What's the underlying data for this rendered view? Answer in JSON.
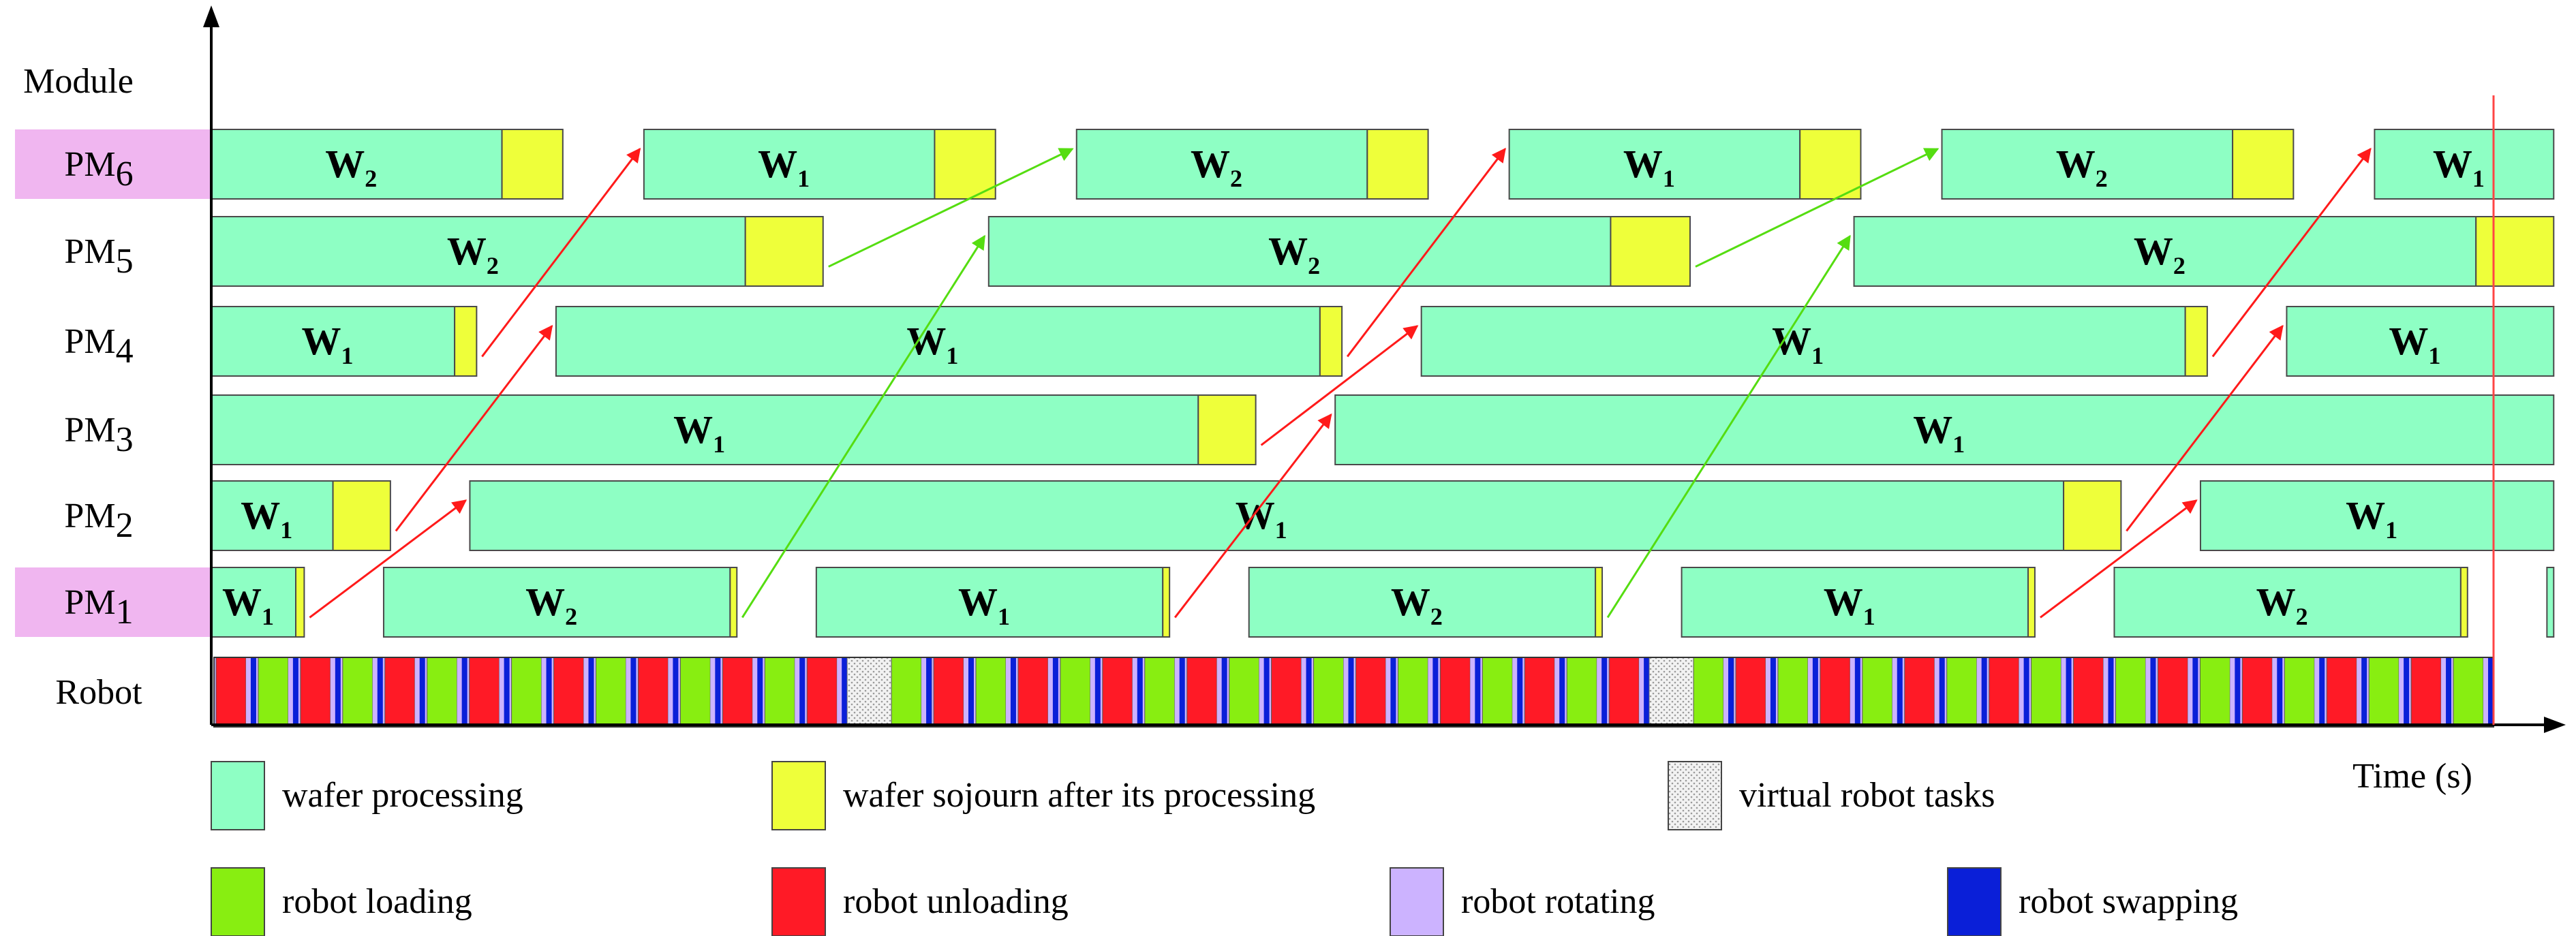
{
  "chart_data": {
    "type": "gantt",
    "y_axis_label": "Module",
    "x_axis_label": "Time (s)",
    "xlim": [
      0,
      1386
    ],
    "rows": [
      {
        "id": "PM6",
        "label": "PM",
        "sub": "6",
        "highlight": true
      },
      {
        "id": "PM5",
        "label": "PM",
        "sub": "5",
        "highlight": false
      },
      {
        "id": "PM4",
        "label": "PM",
        "sub": "4",
        "highlight": false
      },
      {
        "id": "PM3",
        "label": "PM",
        "sub": "3",
        "highlight": false
      },
      {
        "id": "PM2",
        "label": "PM",
        "sub": "2",
        "highlight": false
      },
      {
        "id": "PM1",
        "label": "PM",
        "sub": "1",
        "highlight": true
      },
      {
        "id": "Robot",
        "label": "Robot",
        "sub": "",
        "highlight": false
      }
    ],
    "bars": [
      {
        "row": "PM6",
        "kind": "processing",
        "start": 0,
        "end": 172,
        "label": "W",
        "sub": "2"
      },
      {
        "row": "PM6",
        "kind": "sojourn",
        "start": 172,
        "end": 208
      },
      {
        "row": "PM6",
        "kind": "processing",
        "start": 256,
        "end": 428,
        "label": "W",
        "sub": "1"
      },
      {
        "row": "PM6",
        "kind": "sojourn",
        "start": 428,
        "end": 464
      },
      {
        "row": "PM6",
        "kind": "processing",
        "start": 512,
        "end": 684,
        "label": "W",
        "sub": "2"
      },
      {
        "row": "PM6",
        "kind": "sojourn",
        "start": 684,
        "end": 720
      },
      {
        "row": "PM6",
        "kind": "processing",
        "start": 768,
        "end": 940,
        "label": "W",
        "sub": "1"
      },
      {
        "row": "PM6",
        "kind": "sojourn",
        "start": 940,
        "end": 976
      },
      {
        "row": "PM6",
        "kind": "processing",
        "start": 1024,
        "end": 1196,
        "label": "W",
        "sub": "2"
      },
      {
        "row": "PM6",
        "kind": "sojourn",
        "start": 1196,
        "end": 1232
      },
      {
        "row": "PM6",
        "kind": "processing",
        "start": 1280,
        "end": 1386,
        "label": "W",
        "sub": "1"
      },
      {
        "row": "PM5",
        "kind": "processing",
        "start": 0,
        "end": 316,
        "label": "W",
        "sub": "2"
      },
      {
        "row": "PM5",
        "kind": "sojourn",
        "start": 316,
        "end": 362
      },
      {
        "row": "PM5",
        "kind": "processing",
        "start": 460,
        "end": 828,
        "label": "W",
        "sub": "2"
      },
      {
        "row": "PM5",
        "kind": "sojourn",
        "start": 828,
        "end": 875
      },
      {
        "row": "PM5",
        "kind": "processing",
        "start": 972,
        "end": 1340,
        "label": "W",
        "sub": "2"
      },
      {
        "row": "PM5",
        "kind": "sojourn",
        "start": 1340,
        "end": 1386
      },
      {
        "row": "PM4",
        "kind": "processing",
        "start": 0,
        "end": 144,
        "label": "W",
        "sub": "1"
      },
      {
        "row": "PM4",
        "kind": "sojourn",
        "start": 144,
        "end": 157
      },
      {
        "row": "PM4",
        "kind": "processing",
        "start": 204,
        "end": 656,
        "label": "W",
        "sub": "1"
      },
      {
        "row": "PM4",
        "kind": "sojourn",
        "start": 656,
        "end": 669
      },
      {
        "row": "PM4",
        "kind": "processing",
        "start": 716,
        "end": 1168,
        "label": "W",
        "sub": "1"
      },
      {
        "row": "PM4",
        "kind": "sojourn",
        "start": 1168,
        "end": 1181
      },
      {
        "row": "PM4",
        "kind": "processing",
        "start": 1228,
        "end": 1386,
        "label": "W",
        "sub": "1"
      },
      {
        "row": "PM3",
        "kind": "processing",
        "start": 0,
        "end": 584,
        "label": "W",
        "sub": "1"
      },
      {
        "row": "PM3",
        "kind": "sojourn",
        "start": 584,
        "end": 618
      },
      {
        "row": "PM3",
        "kind": "processing",
        "start": 665,
        "end": 1386,
        "label": "W",
        "sub": "1"
      },
      {
        "row": "PM2",
        "kind": "processing",
        "start": 0,
        "end": 72,
        "label": "W",
        "sub": "1"
      },
      {
        "row": "PM2",
        "kind": "sojourn",
        "start": 72,
        "end": 106
      },
      {
        "row": "PM2",
        "kind": "processing",
        "start": 153,
        "end": 1096,
        "label": "W",
        "sub": "1"
      },
      {
        "row": "PM2",
        "kind": "sojourn",
        "start": 1096,
        "end": 1130
      },
      {
        "row": "PM2",
        "kind": "processing",
        "start": 1177,
        "end": 1386,
        "label": "W",
        "sub": "1"
      },
      {
        "row": "PM1",
        "kind": "processing",
        "start": 0,
        "end": 50,
        "label": "W",
        "sub": "1"
      },
      {
        "row": "PM1",
        "kind": "sojourn",
        "start": 50,
        "end": 55
      },
      {
        "row": "PM1",
        "kind": "processing",
        "start": 102,
        "end": 307,
        "label": "W",
        "sub": "2"
      },
      {
        "row": "PM1",
        "kind": "sojourn",
        "start": 307,
        "end": 311
      },
      {
        "row": "PM1",
        "kind": "processing",
        "start": 358,
        "end": 563,
        "label": "W",
        "sub": "1"
      },
      {
        "row": "PM1",
        "kind": "sojourn",
        "start": 563,
        "end": 567
      },
      {
        "row": "PM1",
        "kind": "processing",
        "start": 614,
        "end": 819,
        "label": "W",
        "sub": "2"
      },
      {
        "row": "PM1",
        "kind": "sojourn",
        "start": 819,
        "end": 823
      },
      {
        "row": "PM1",
        "kind": "processing",
        "start": 870,
        "end": 1075,
        "label": "W",
        "sub": "1"
      },
      {
        "row": "PM1",
        "kind": "sojourn",
        "start": 1075,
        "end": 1079
      },
      {
        "row": "PM1",
        "kind": "processing",
        "start": 1126,
        "end": 1331,
        "label": "W",
        "sub": "2"
      },
      {
        "row": "PM1",
        "kind": "sojourn",
        "start": 1331,
        "end": 1335
      },
      {
        "row": "PM1",
        "kind": "processing",
        "start": 1382,
        "end": 1386
      }
    ],
    "robot_tasks": [
      "unloading",
      "loading",
      "unloading",
      "loading",
      "unloading",
      "loading",
      "unloading",
      "loading",
      "unloading",
      "loading",
      "unloading",
      "loading",
      "unloading",
      "loading",
      "unloading",
      "virtual",
      "loading",
      "unloading",
      "loading",
      "unloading",
      "loading",
      "unloading",
      "loading",
      "unloading",
      "loading",
      "unloading",
      "loading",
      "unloading",
      "loading",
      "unloading",
      "loading",
      "unloading",
      "loading",
      "unloading",
      "virtual",
      "loading",
      "unloading",
      "loading",
      "unloading",
      "loading",
      "unloading",
      "loading",
      "unloading",
      "loading",
      "unloading",
      "loading",
      "unloading",
      "loading",
      "unloading",
      "loading",
      "unloading",
      "loading",
      "unloading",
      "loading"
    ],
    "arrows": [
      {
        "color": "red",
        "from_row": "PM1",
        "from_t": 55,
        "to_row": "PM2",
        "to_t": 153
      },
      {
        "color": "red",
        "from_row": "PM2",
        "from_t": 106,
        "to_row": "PM4",
        "to_t": 204
      },
      {
        "color": "red",
        "from_row": "PM4",
        "from_t": 157,
        "to_row": "PM6",
        "to_t": 256
      },
      {
        "color": "green",
        "from_row": "PM1",
        "from_t": 311,
        "to_row": "PM5",
        "to_t": 460
      },
      {
        "color": "green",
        "from_row": "PM5",
        "from_t": 362,
        "to_row": "PM6",
        "to_t": 512
      },
      {
        "color": "red",
        "from_row": "PM1",
        "from_t": 567,
        "to_row": "PM3",
        "to_t": 665
      },
      {
        "color": "red",
        "from_row": "PM3",
        "from_t": 618,
        "to_row": "PM4",
        "to_t": 716
      },
      {
        "color": "red",
        "from_row": "PM4",
        "from_t": 669,
        "to_row": "PM6",
        "to_t": 768
      },
      {
        "color": "green",
        "from_row": "PM1",
        "from_t": 823,
        "to_row": "PM5",
        "to_t": 972
      },
      {
        "color": "green",
        "from_row": "PM5",
        "from_t": 875,
        "to_row": "PM6",
        "to_t": 1024
      },
      {
        "color": "red",
        "from_row": "PM1",
        "from_t": 1079,
        "to_row": "PM2",
        "to_t": 1177
      },
      {
        "color": "red",
        "from_row": "PM2",
        "from_t": 1130,
        "to_row": "PM4",
        "to_t": 1228
      },
      {
        "color": "red",
        "from_row": "PM4",
        "from_t": 1181,
        "to_row": "PM6",
        "to_t": 1280
      }
    ],
    "legend": [
      {
        "key": "processing",
        "label": "wafer processing"
      },
      {
        "key": "sojourn",
        "label": "wafer sojourn after its processing"
      },
      {
        "key": "virtual",
        "label": "virtual robot tasks"
      },
      {
        "key": "loading",
        "label": "robot loading"
      },
      {
        "key": "unloading",
        "label": "robot unloading"
      },
      {
        "key": "rotating",
        "label": "robot rotating"
      },
      {
        "key": "swapping",
        "label": "robot swapping"
      }
    ],
    "colors": {
      "processing": "#8effc4",
      "sojourn": "#eeff3a",
      "loading": "#88ee11",
      "unloading": "#ff1a26",
      "rotating": "#ccb3ff",
      "swapping": "#0a1fd8",
      "virtual": "#e4e4e4",
      "highlight": "#f0b6f0",
      "arrow_red": "#ff1a1a",
      "arrow_green": "#55dd11",
      "end_line": "#ff4444"
    }
  }
}
